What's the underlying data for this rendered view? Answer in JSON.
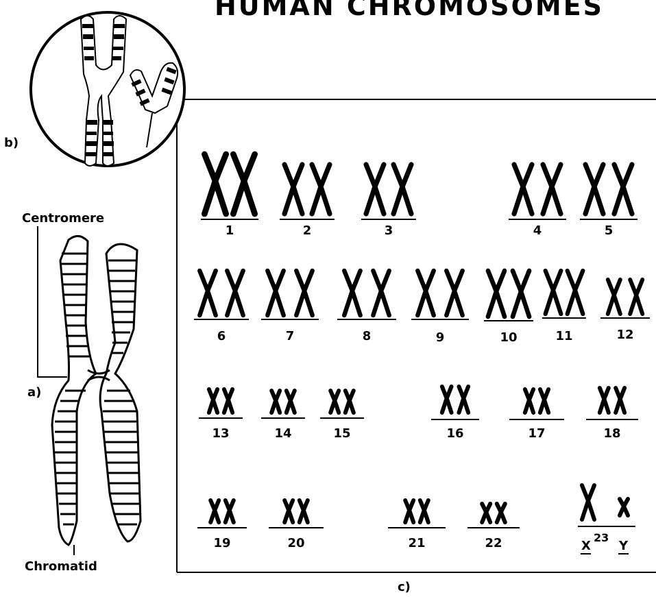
{
  "title": "HUMAN CHROMOSOMES",
  "labels": {
    "panel_a": "a)",
    "panel_b": "b)",
    "panel_c": "c)",
    "centromere": "Centromere",
    "chromatid": "Chromatid"
  },
  "karyotype": {
    "pairs": [
      "1",
      "2",
      "3",
      "4",
      "5",
      "6",
      "7",
      "8",
      "9",
      "10",
      "11",
      "12",
      "13",
      "14",
      "15",
      "16",
      "17",
      "18",
      "19",
      "20",
      "21",
      "22"
    ],
    "sex_number": "23",
    "sex_x": "X",
    "sex_y": "Y"
  },
  "colors": {
    "ink": "#000000",
    "paper": "#ffffff"
  }
}
